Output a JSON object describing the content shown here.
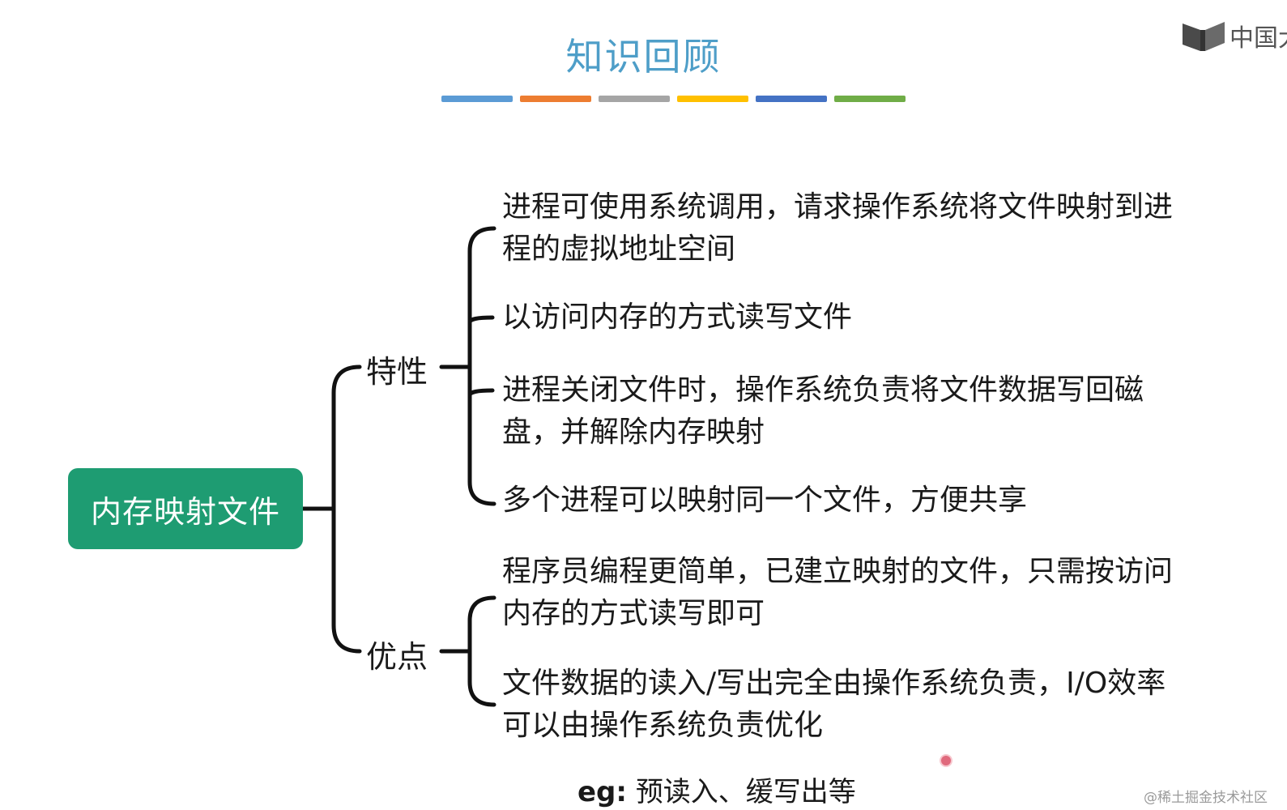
{
  "title": "知识回顾",
  "color_bars": [
    "#5b9bd5",
    "#ed7d31",
    "#a5a5a5",
    "#ffc000",
    "#4472c4",
    "#70ad47"
  ],
  "logo": {
    "text": "中国大",
    "icon": "open-book-icon"
  },
  "root": {
    "label": "内存映射文件",
    "color": "#1e9c72"
  },
  "branches": {
    "features": {
      "label": "特性",
      "items": [
        "进程可使用系统调用，请求操作系统将文件映射到进程的虚拟地址空间",
        "以访问内存的方式读写文件",
        "进程关闭文件时，操作系统负责将文件数据写回磁盘，并解除内存映射",
        "多个进程可以映射同一个文件，方便共享"
      ]
    },
    "advantages": {
      "label": "优点",
      "items": [
        "程序员编程更简单，已建立映射的文件，只需按访问内存的方式读写即可",
        "文件数据的读入/写出完全由操作系统负责，I/O效率可以由操作系统负责优化"
      ]
    }
  },
  "example": {
    "prefix": "eg:",
    "text": "预读入、缓写出等"
  },
  "watermark": "@稀土掘金技术社区"
}
